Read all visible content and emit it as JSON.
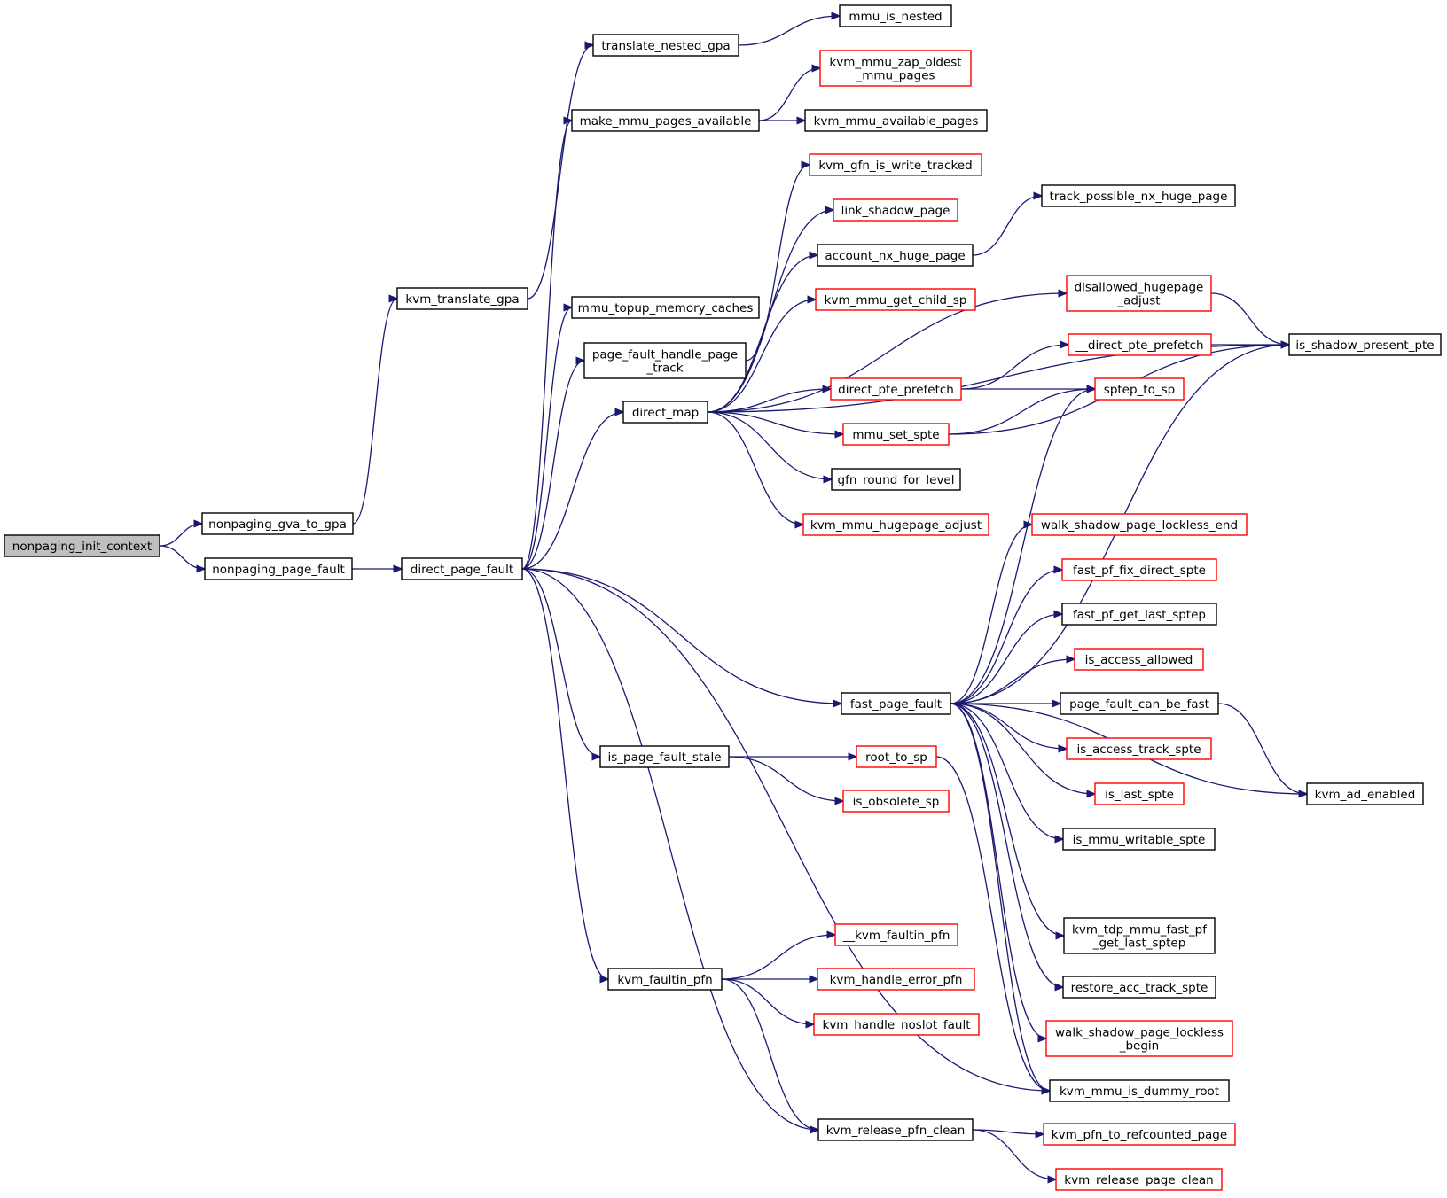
{
  "colors": {
    "edge": "#191970",
    "node_border_default": "#000000",
    "node_border_highlight": "#ff0000",
    "root_fill": "#bfbfbf",
    "background": "#ffffff"
  },
  "nodes": {
    "nonpaging_init_context": {
      "label": [
        "nonpaging_init_context"
      ],
      "style": "root"
    },
    "nonpaging_gva_to_gpa": {
      "label": [
        "nonpaging_gva_to_gpa"
      ],
      "style": "black"
    },
    "nonpaging_page_fault": {
      "label": [
        "nonpaging_page_fault"
      ],
      "style": "black"
    },
    "kvm_translate_gpa": {
      "label": [
        "kvm_translate_gpa"
      ],
      "style": "black"
    },
    "direct_page_fault": {
      "label": [
        "direct_page_fault"
      ],
      "style": "black"
    },
    "translate_nested_gpa": {
      "label": [
        "translate_nested_gpa"
      ],
      "style": "black"
    },
    "make_mmu_pages_available": {
      "label": [
        "make_mmu_pages_available"
      ],
      "style": "black"
    },
    "mmu_topup_memory_caches": {
      "label": [
        "mmu_topup_memory_caches"
      ],
      "style": "black"
    },
    "page_fault_handle_page_track": {
      "label": [
        "page_fault_handle_page",
        "_track"
      ],
      "style": "black"
    },
    "direct_map": {
      "label": [
        "direct_map"
      ],
      "style": "black"
    },
    "is_page_fault_stale": {
      "label": [
        "is_page_fault_stale"
      ],
      "style": "black"
    },
    "kvm_faultin_pfn": {
      "label": [
        "kvm_faultin_pfn"
      ],
      "style": "black"
    },
    "mmu_is_nested": {
      "label": [
        "mmu_is_nested"
      ],
      "style": "black"
    },
    "kvm_mmu_zap_oldest_mmu_pages": {
      "label": [
        "kvm_mmu_zap_oldest",
        "_mmu_pages"
      ],
      "style": "red"
    },
    "kvm_mmu_available_pages": {
      "label": [
        "kvm_mmu_available_pages"
      ],
      "style": "black"
    },
    "kvm_gfn_is_write_tracked": {
      "label": [
        "kvm_gfn_is_write_tracked"
      ],
      "style": "red"
    },
    "link_shadow_page": {
      "label": [
        "link_shadow_page"
      ],
      "style": "red"
    },
    "account_nx_huge_page": {
      "label": [
        "account_nx_huge_page"
      ],
      "style": "black"
    },
    "kvm_mmu_get_child_sp": {
      "label": [
        "kvm_mmu_get_child_sp"
      ],
      "style": "red"
    },
    "direct_pte_prefetch": {
      "label": [
        "direct_pte_prefetch"
      ],
      "style": "red"
    },
    "mmu_set_spte": {
      "label": [
        "mmu_set_spte"
      ],
      "style": "red"
    },
    "gfn_round_for_level": {
      "label": [
        "gfn_round_for_level"
      ],
      "style": "black"
    },
    "kvm_mmu_hugepage_adjust": {
      "label": [
        "kvm_mmu_hugepage_adjust"
      ],
      "style": "red"
    },
    "fast_page_fault": {
      "label": [
        "fast_page_fault"
      ],
      "style": "black"
    },
    "root_to_sp": {
      "label": [
        "root_to_sp"
      ],
      "style": "red"
    },
    "is_obsolete_sp": {
      "label": [
        "is_obsolete_sp"
      ],
      "style": "red"
    },
    "__kvm_faultin_pfn": {
      "label": [
        "__kvm_faultin_pfn"
      ],
      "style": "red"
    },
    "kvm_handle_error_pfn": {
      "label": [
        "kvm_handle_error_pfn"
      ],
      "style": "red"
    },
    "kvm_handle_noslot_fault": {
      "label": [
        "kvm_handle_noslot_fault"
      ],
      "style": "red"
    },
    "kvm_release_pfn_clean": {
      "label": [
        "kvm_release_pfn_clean"
      ],
      "style": "black"
    },
    "track_possible_nx_huge_page": {
      "label": [
        "track_possible_nx_huge_page"
      ],
      "style": "black"
    },
    "disallowed_hugepage_adjust": {
      "label": [
        "disallowed_hugepage",
        "_adjust"
      ],
      "style": "red"
    },
    "__direct_pte_prefetch": {
      "label": [
        "__direct_pte_prefetch"
      ],
      "style": "red"
    },
    "sptep_to_sp": {
      "label": [
        "sptep_to_sp"
      ],
      "style": "red"
    },
    "walk_shadow_page_lockless_end": {
      "label": [
        "walk_shadow_page_lockless_end"
      ],
      "style": "red"
    },
    "fast_pf_fix_direct_spte": {
      "label": [
        "fast_pf_fix_direct_spte"
      ],
      "style": "red"
    },
    "fast_pf_get_last_sptep": {
      "label": [
        "fast_pf_get_last_sptep"
      ],
      "style": "black"
    },
    "is_access_allowed": {
      "label": [
        "is_access_allowed"
      ],
      "style": "red"
    },
    "page_fault_can_be_fast": {
      "label": [
        "page_fault_can_be_fast"
      ],
      "style": "black"
    },
    "is_access_track_spte": {
      "label": [
        "is_access_track_spte"
      ],
      "style": "red"
    },
    "is_last_spte": {
      "label": [
        "is_last_spte"
      ],
      "style": "red"
    },
    "is_mmu_writable_spte": {
      "label": [
        "is_mmu_writable_spte"
      ],
      "style": "black"
    },
    "kvm_tdp_mmu_fast_pf_get_last_sptep": {
      "label": [
        "kvm_tdp_mmu_fast_pf",
        "_get_last_sptep"
      ],
      "style": "black"
    },
    "restore_acc_track_spte": {
      "label": [
        "restore_acc_track_spte"
      ],
      "style": "black"
    },
    "walk_shadow_page_lockless_begin": {
      "label": [
        "walk_shadow_page_lockless",
        "_begin"
      ],
      "style": "red"
    },
    "kvm_mmu_is_dummy_root": {
      "label": [
        "kvm_mmu_is_dummy_root"
      ],
      "style": "black"
    },
    "kvm_pfn_to_refcounted_page": {
      "label": [
        "kvm_pfn_to_refcounted_page"
      ],
      "style": "red"
    },
    "kvm_release_page_clean": {
      "label": [
        "kvm_release_page_clean"
      ],
      "style": "red"
    },
    "is_shadow_present_pte": {
      "label": [
        "is_shadow_present_pte"
      ],
      "style": "black"
    },
    "kvm_ad_enabled": {
      "label": [
        "kvm_ad_enabled"
      ],
      "style": "black"
    }
  },
  "edges": [
    [
      "nonpaging_init_context",
      "nonpaging_gva_to_gpa"
    ],
    [
      "nonpaging_init_context",
      "nonpaging_page_fault"
    ],
    [
      "nonpaging_gva_to_gpa",
      "kvm_translate_gpa"
    ],
    [
      "nonpaging_page_fault",
      "direct_page_fault"
    ],
    [
      "kvm_translate_gpa",
      "translate_nested_gpa"
    ],
    [
      "translate_nested_gpa",
      "mmu_is_nested"
    ],
    [
      "direct_page_fault",
      "make_mmu_pages_available"
    ],
    [
      "direct_page_fault",
      "mmu_topup_memory_caches"
    ],
    [
      "direct_page_fault",
      "page_fault_handle_page_track"
    ],
    [
      "direct_page_fault",
      "direct_map"
    ],
    [
      "direct_page_fault",
      "fast_page_fault"
    ],
    [
      "direct_page_fault",
      "is_page_fault_stale"
    ],
    [
      "direct_page_fault",
      "kvm_faultin_pfn"
    ],
    [
      "direct_page_fault",
      "kvm_release_pfn_clean"
    ],
    [
      "direct_page_fault",
      "kvm_mmu_is_dummy_root"
    ],
    [
      "make_mmu_pages_available",
      "kvm_mmu_zap_oldest_mmu_pages"
    ],
    [
      "make_mmu_pages_available",
      "kvm_mmu_available_pages"
    ],
    [
      "page_fault_handle_page_track",
      "kvm_gfn_is_write_tracked"
    ],
    [
      "direct_map",
      "link_shadow_page"
    ],
    [
      "direct_map",
      "account_nx_huge_page"
    ],
    [
      "direct_map",
      "kvm_mmu_get_child_sp"
    ],
    [
      "direct_map",
      "disallowed_hugepage_adjust"
    ],
    [
      "direct_map",
      "direct_pte_prefetch"
    ],
    [
      "direct_map",
      "mmu_set_spte"
    ],
    [
      "direct_map",
      "gfn_round_for_level"
    ],
    [
      "direct_map",
      "kvm_mmu_hugepage_adjust"
    ],
    [
      "direct_map",
      "is_shadow_present_pte"
    ],
    [
      "account_nx_huge_page",
      "track_possible_nx_huge_page"
    ],
    [
      "disallowed_hugepage_adjust",
      "is_shadow_present_pte"
    ],
    [
      "direct_pte_prefetch",
      "__direct_pte_prefetch"
    ],
    [
      "direct_pte_prefetch",
      "sptep_to_sp"
    ],
    [
      "__direct_pte_prefetch",
      "is_shadow_present_pte"
    ],
    [
      "mmu_set_spte",
      "sptep_to_sp"
    ],
    [
      "mmu_set_spte",
      "is_shadow_present_pte"
    ],
    [
      "fast_page_fault",
      "sptep_to_sp"
    ],
    [
      "fast_page_fault",
      "is_shadow_present_pte"
    ],
    [
      "fast_page_fault",
      "walk_shadow_page_lockless_end"
    ],
    [
      "fast_page_fault",
      "fast_pf_fix_direct_spte"
    ],
    [
      "fast_page_fault",
      "fast_pf_get_last_sptep"
    ],
    [
      "fast_page_fault",
      "is_access_allowed"
    ],
    [
      "fast_page_fault",
      "page_fault_can_be_fast"
    ],
    [
      "fast_page_fault",
      "is_access_track_spte"
    ],
    [
      "fast_page_fault",
      "is_last_spte"
    ],
    [
      "fast_page_fault",
      "is_mmu_writable_spte"
    ],
    [
      "fast_page_fault",
      "kvm_ad_enabled"
    ],
    [
      "fast_page_fault",
      "kvm_tdp_mmu_fast_pf_get_last_sptep"
    ],
    [
      "fast_page_fault",
      "restore_acc_track_spte"
    ],
    [
      "fast_page_fault",
      "walk_shadow_page_lockless_begin"
    ],
    [
      "fast_page_fault",
      "kvm_mmu_is_dummy_root"
    ],
    [
      "page_fault_can_be_fast",
      "kvm_ad_enabled"
    ],
    [
      "is_page_fault_stale",
      "root_to_sp"
    ],
    [
      "is_page_fault_stale",
      "is_obsolete_sp"
    ],
    [
      "root_to_sp",
      "kvm_mmu_is_dummy_root"
    ],
    [
      "kvm_faultin_pfn",
      "__kvm_faultin_pfn"
    ],
    [
      "kvm_faultin_pfn",
      "kvm_handle_error_pfn"
    ],
    [
      "kvm_faultin_pfn",
      "kvm_handle_noslot_fault"
    ],
    [
      "kvm_faultin_pfn",
      "kvm_release_pfn_clean"
    ],
    [
      "kvm_release_pfn_clean",
      "kvm_pfn_to_refcounted_page"
    ],
    [
      "kvm_release_pfn_clean",
      "kvm_release_page_clean"
    ]
  ]
}
